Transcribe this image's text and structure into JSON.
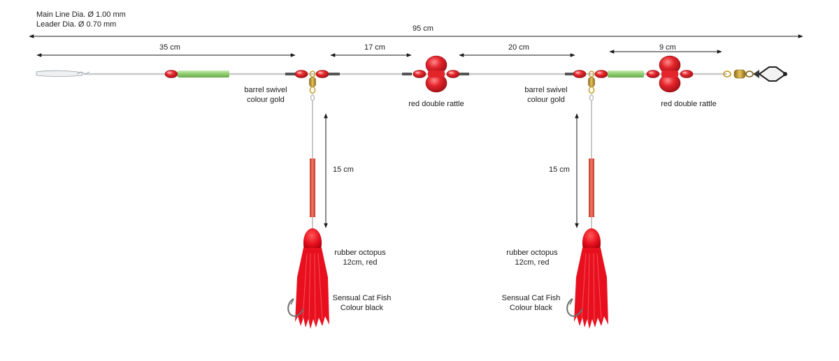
{
  "specs": {
    "main_line": "Main Line Dia. Ø 1.00 mm",
    "leader": "Leader Dia. Ø 0.70 mm"
  },
  "measurements": {
    "total": "95 cm",
    "seg_35": "35 cm",
    "seg_17": "17 cm",
    "seg_20": "20 cm",
    "seg_9": "9 cm",
    "drop_left": "15 cm",
    "drop_right": "15 cm"
  },
  "labels": {
    "swivel_left": [
      "barrel swivel",
      "colour gold"
    ],
    "rattle_left": "red double rattle",
    "swivel_right": [
      "barrel swivel",
      "colour gold"
    ],
    "rattle_right": "red double rattle",
    "octopus_left": [
      "rubber octopus",
      "12cm, red"
    ],
    "hook_left": [
      "Sensual Cat Fish",
      "Colour black"
    ],
    "octopus_right": [
      "rubber octopus",
      "12cm, red"
    ],
    "hook_right": [
      "Sensual Cat Fish",
      "Colour black"
    ]
  },
  "colors": {
    "line": "#c9c9c9",
    "bead_red": "#e3242b",
    "tube_green": "#9bd17f",
    "tube_red": "#e8604a",
    "swivel_gold": "#c8a030",
    "octopus_red": "#e8101e",
    "sleeve_dark": "#555555"
  }
}
